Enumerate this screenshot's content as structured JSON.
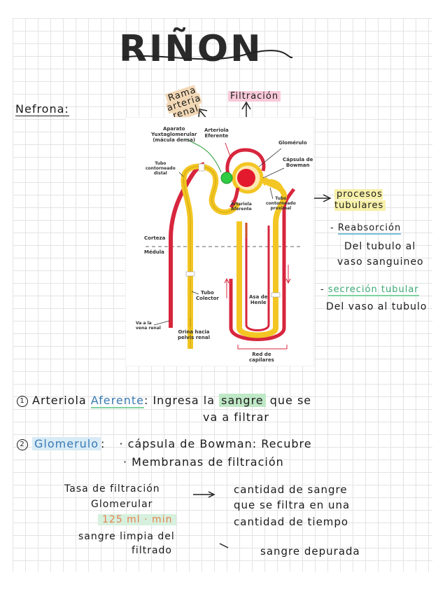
{
  "title": "RIÑON",
  "nefrona_label": "Nefrona:",
  "arrows_labels": {
    "rama_arteria_renal": "Rama arteria renal",
    "filtracion": "Filtración",
    "procesos_tubulares": "procesos tubulares"
  },
  "procesos": {
    "reabsorcion_title": "Reabsorción",
    "reabsorcion_desc_1": "Del tubulo al",
    "reabsorcion_desc_2": "vaso sanguineo",
    "secrecion_title": "secreción tubular",
    "secrecion_desc": "Del vaso al tubulo"
  },
  "diagram": {
    "aparato_1": "Aparato",
    "aparato_2": "Yuxtaglomerular",
    "aparato_3": "(mácula densa)",
    "arteriola_eferente_1": "Arteriola",
    "arteriola_eferente_2": "Eferente",
    "glomerulo": "Glomérulo",
    "capsula_1": "Cápsula de",
    "capsula_2": "Bowman",
    "tubo_distal_1": "Tubo",
    "tubo_distal_2": "contorneado",
    "tubo_distal_3": "distal",
    "tubo_proximal_1": "Tubo",
    "tubo_proximal_2": "contorneado",
    "tubo_proximal_3": "proximal",
    "arteriola_aferente_1": "Arteriola",
    "arteriola_aferente_2": "Aferente",
    "corteza": "Corteza",
    "medula": "Médula",
    "tubo_colector_1": "Tubo",
    "tubo_colector_2": "Colector",
    "asa_1": "Asa de",
    "asa_2": "Henle",
    "vena_1": "Va a la",
    "vena_2": "vena renal",
    "orina_1": "Orina hacia",
    "orina_2": "pelvis renal",
    "red_1": "Red de",
    "red_2": "capilares"
  },
  "point1": {
    "num": "1",
    "prefix": "Arteriola",
    "term": "Aferente",
    "text_a": ": Ingresa la",
    "term2": "sangre",
    "text_b": "que se",
    "line2": "va a filtrar"
  },
  "point2": {
    "num": "2",
    "term": "Glomerulo",
    "colon": ":",
    "item1": "· cápsula de Bowman: Recubre",
    "item2": "· Membranas de filtración"
  },
  "tasa": {
    "left1": "Tasa de filtración",
    "left2": "Glomerular",
    "value": "125 ml · min",
    "right1": "cantidad de sangre",
    "right2": "que se filtra en una",
    "right3": "cantidad de tiempo",
    "clean1": "sangre limpia del",
    "clean2": "filtrado",
    "result": "sangre depurada"
  },
  "colors": {
    "title_highlight": "#38b6e0",
    "vessel_red": "#d7263d",
    "tubule_yellow": "#f3c623",
    "macula_green": "#2ecc40"
  }
}
